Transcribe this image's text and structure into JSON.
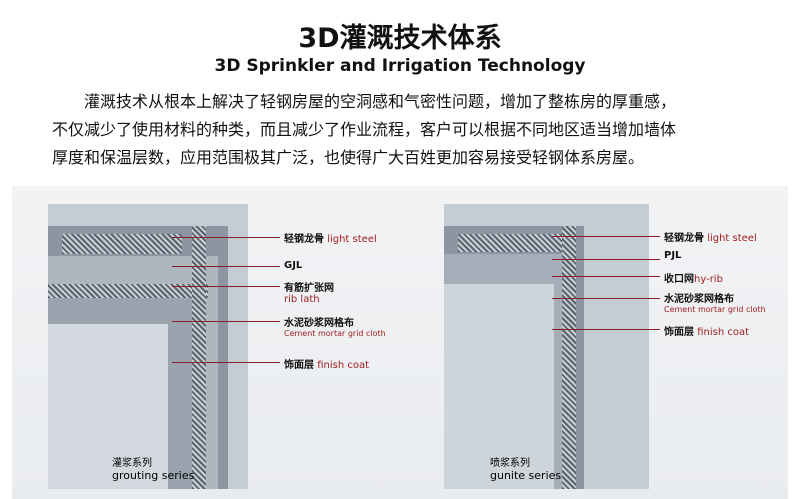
{
  "title": "3D灌溉技术体系",
  "subtitle": "3D Sprinkler and Irrigation Technology",
  "paragraph": [
    "灌溉技术从根本上解决了轻钢房屋的空洞感和气密性问题，增加了整栋房的厚重感，",
    "不仅减少了使用材料的种类，而且减少了作业流程，客户可以根据不同地区适当增加墙体",
    "厚度和保温层数，应用范围极其广泛，也使得广大百姓更加容易接受轻钢体系房屋。"
  ],
  "left": {
    "labels": [
      {
        "cn": "轻钢龙骨",
        "en": "light steel"
      },
      {
        "cn": "GJL",
        "en": ""
      },
      {
        "cn": "有筋扩张网",
        "en": "rib lath"
      },
      {
        "cn": "水泥砂浆网格布",
        "en": "Cement mortar grid cloth"
      },
      {
        "cn": "饰面层",
        "en": "finish coat"
      }
    ],
    "caption_cn": "灌浆系列",
    "caption_en": "grouting series"
  },
  "right": {
    "labels": [
      {
        "cn": "轻钢龙骨",
        "en": "light steel"
      },
      {
        "cn": "PJL",
        "en": ""
      },
      {
        "cn": "收口网",
        "en": "hy-rib"
      },
      {
        "cn": "水泥砂浆网格布",
        "en": "Cement mortar grid cloth"
      },
      {
        "cn": "饰面层",
        "en": "finish coat"
      }
    ],
    "caption_cn": "喷浆系列",
    "caption_en": "gunite series"
  }
}
